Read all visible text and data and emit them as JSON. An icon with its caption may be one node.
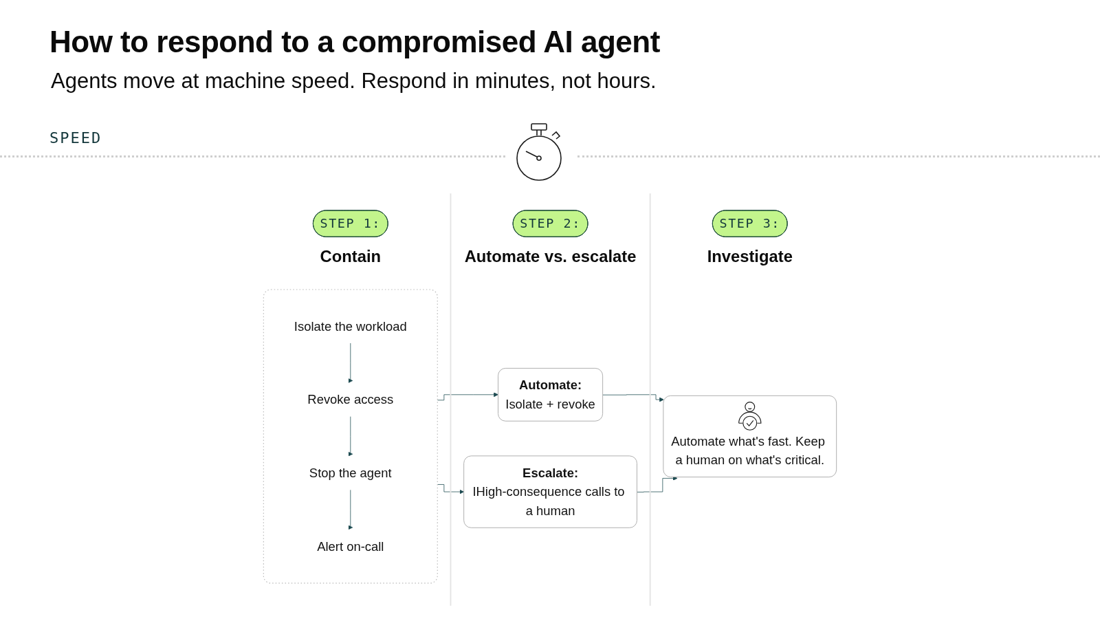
{
  "diagram": {
    "title": "How to respond to a compromised AI agent",
    "nodes": [
      {
        "text": [
          "STEP 1:"
        ],
        "beside": [
          "Contain"
        ]
      },
      {
        "text": [],
        "shape": "box"
      },
      {
        "text": [
          "Isolate the workload"
        ],
        "in": 1
      },
      {
        "text": [
          "Revoke access"
        ],
        "in": 1
      },
      {
        "text": [
          "Stop the agent"
        ],
        "in": 1
      },
      {
        "text": [
          "Alert on-call"
        ],
        "in": 1
      },
      {
        "text": [
          "STEP 2:"
        ],
        "beside": [
          "Automate vs. escalate"
        ]
      },
      {
        "text": [
          "Automate:",
          "Isolate + revoke"
        ]
      },
      {
        "text": [
          "Escalate:",
          "IHigh-consequence calls to a human"
        ]
      },
      {
        "text": [
          "STEP 3:"
        ],
        "beside": [
          "Investigate"
        ]
      },
      {
        "text": [
          "Automate what's fast. Keep a human on what's critical."
        ]
      }
    ],
    "edges": [
      {
        "from": 2,
        "to": 3,
        "arrow": "to"
      },
      {
        "from": 3,
        "to": 4,
        "arrow": "to"
      },
      {
        "from": 4,
        "to": 5,
        "arrow": "to"
      },
      {
        "from": 1,
        "to": 7,
        "arrow": "to"
      },
      {
        "from": 1,
        "to": 8,
        "arrow": "to"
      },
      {
        "from": 7,
        "to": 10,
        "arrow": "to"
      },
      {
        "from": 8,
        "to": 10,
        "arrow": "to"
      }
    ],
    "labels": [
      "Agents move at machine speed. Respond in minutes, not hours.",
      "SPEED"
    ]
  }
}
